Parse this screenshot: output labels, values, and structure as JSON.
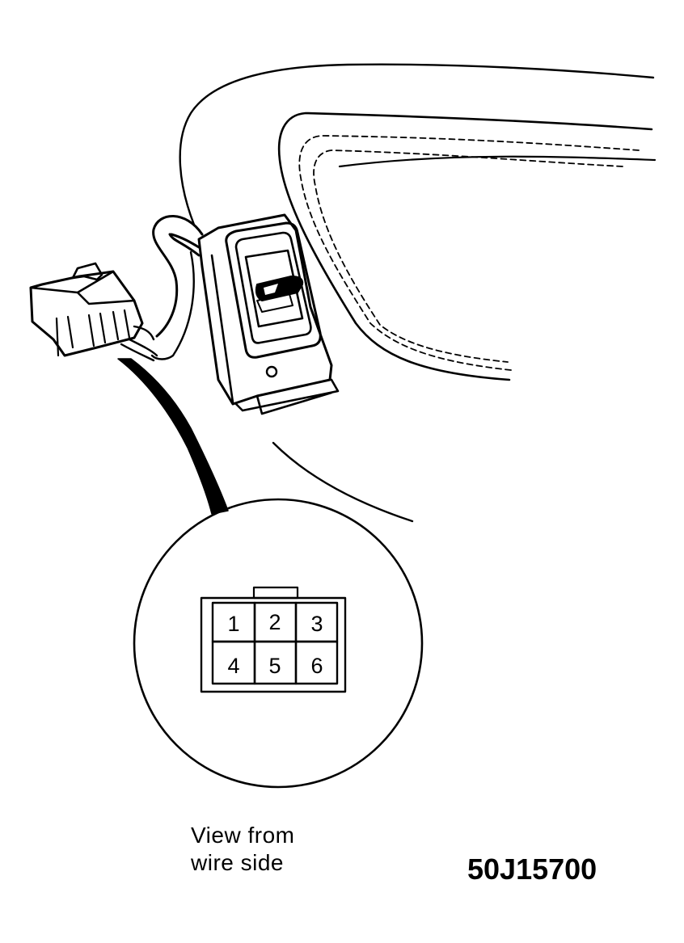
{
  "connector": {
    "pins": [
      {
        "label": "1"
      },
      {
        "label": "2"
      },
      {
        "label": "3"
      },
      {
        "label": "4"
      },
      {
        "label": "5"
      },
      {
        "label": "6"
      }
    ]
  },
  "caption": {
    "line1": "View from",
    "line2": "wire side"
  },
  "figure_id": "50J15700"
}
